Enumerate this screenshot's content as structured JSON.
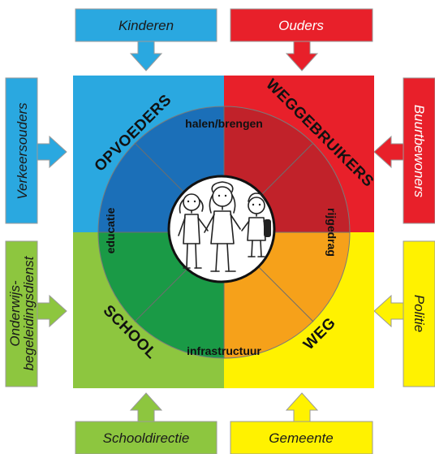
{
  "stakeholders": {
    "top_left": {
      "label": "Kinderen",
      "color": "#2aa8e0"
    },
    "top_right": {
      "label": "Ouders",
      "color": "#e8202a"
    },
    "left_top": {
      "label": "Verkeersouders",
      "color": "#2aa8e0"
    },
    "left_bottom": {
      "label": "Onderwijs-\nbegeleidingsdienst",
      "line1": "Onderwijs-",
      "line2": "begeleidingsdienst",
      "color": "#8dc63f"
    },
    "right_top": {
      "label": "Buurtbewoners",
      "color": "#e8202a"
    },
    "right_bottom": {
      "label": "Politie",
      "color": "#fff200"
    },
    "bottom_left": {
      "label": "Schooldirectie",
      "color": "#8dc63f"
    },
    "bottom_right": {
      "label": "Gemeente",
      "color": "#fff200"
    }
  },
  "quadrants": {
    "top_left": {
      "label": "OPVOEDERS",
      "outer": "#2aa8e0",
      "inner": "#1b6fb8"
    },
    "top_right": {
      "label": "WEGGEBRUIKERS",
      "outer": "#e8202a",
      "inner": "#c1222a"
    },
    "bottom_left": {
      "label": "SCHOOL",
      "outer": "#8dc63f",
      "inner": "#1a9a46"
    },
    "bottom_right": {
      "label": "WEG",
      "outer": "#fff200",
      "inner": "#f6a11a"
    }
  },
  "ring": {
    "top": "halen/brengen",
    "left": "educatie",
    "right": "rijgedrag",
    "bottom": "infrastructuur"
  }
}
